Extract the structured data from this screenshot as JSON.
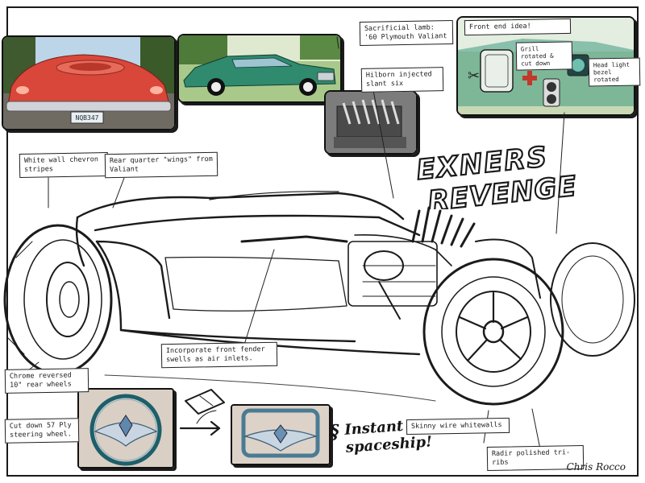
{
  "title": {
    "line1": "EXNERS",
    "line2": "REVENGE"
  },
  "labels": {
    "sacrificial_lamb": "Sacrificial lamb: '60 Plymouth Valiant",
    "front_end_idea": "Front end idea!",
    "grill_rotated": "Grill rotated & cut down",
    "headlight_bezel": "Head light bezel rotated",
    "hilborn_slant6": "Hilborn injected slant six",
    "white_wall_chevron": "White wall chevron stripes",
    "rear_quarter_wings": "Rear quarter \"wings\" from Valiant",
    "incorporate_fender": "Incorporate front fender swells as air inlets.",
    "chrome_reversed": "Chrome reversed 10\" rear wheels",
    "cut_down_steering": "Cut down 57 Ply steering wheel.",
    "skinny_wire": "Skinny wire whitewalls",
    "radir_polished": "Radir polished tri-ribs",
    "instant_spaceship": "Instant spaceship!"
  },
  "plate_text": "NQB347",
  "signature": "Chris Rocco",
  "colors": {
    "ink": "#1a1a1a",
    "red_car": "#d9473a",
    "green_car": "#2f8a6e",
    "sky": "#cfe3f2",
    "grass": "#7fae3c",
    "chrome_blue": "#7fa9c4",
    "accent_red": "#c0392b"
  }
}
